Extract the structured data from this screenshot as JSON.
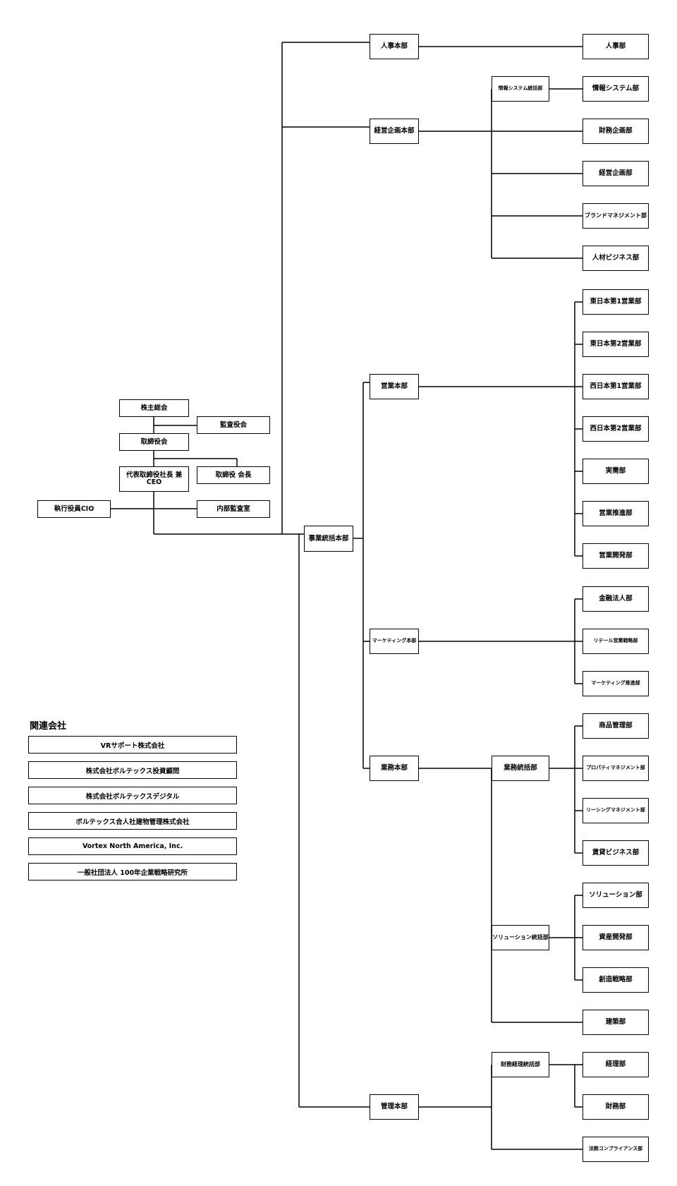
{
  "org": {
    "shareholders": "株主総会",
    "auditors": "監査役会",
    "board": "取締役会",
    "ceo": "代表取締役社長 兼 CEO",
    "chairman": "取締役 会長",
    "cio": "執行役員CIO",
    "internal_audit": "内部監査室",
    "business_hq": "事業統括本部",
    "hr_hq": "人事本部",
    "hr_dept": "人事部",
    "planning_hq": "経営企画本部",
    "is_division": "情報システム統括部",
    "is_dept": "情報システム部",
    "finance_planning": "財務企画部",
    "corp_planning": "経営企画部",
    "brand_mgmt": "ブランドマネジメント部",
    "hr_business": "人材ビジネス部",
    "sales_hq": "営業本部",
    "east1": "東日本第1営業部",
    "east2": "東日本第2営業部",
    "west1": "西日本第1営業部",
    "west2": "西日本第2営業部",
    "sales_results": "実需部",
    "sales_promo": "営業推進部",
    "sales_dev": "営業開発部",
    "marketing_hq": "マーケティング本部",
    "fin_corp": "金融法人部",
    "retail_strategy": "リテール営業戦略部",
    "marketing_promo": "マーケティング推進部",
    "operations_hq": "業務本部",
    "operations_div": "業務統括部",
    "product_mgmt": "商品管理部",
    "property_mgmt": "プロパティマネジメント部",
    "leasing_mgmt": "リーシングマネジメント部",
    "rental_business": "賃貸ビジネス部",
    "solution_div": "ソリューション統括部",
    "solution_dept": "ソリューション部",
    "asset_dev": "資産開発部",
    "creation_strategy": "創造戦略部",
    "construction": "建築部",
    "admin_hq": "管理本部",
    "finance_acct_div": "財務経理統括部",
    "accounting": "経理部",
    "finance": "財務部",
    "legal_compliance": "法務コンプライアンス部"
  },
  "related": {
    "title": "関連会社",
    "companies": [
      "VRサポート株式会社",
      "株式会社ボルテックス投資顧問",
      "株式会社ボルテックスデジタル",
      "ボルテックス合人社建物管理株式会社",
      "Vortex North America, Inc.",
      "一般社団法人 100年企業戦略研究所"
    ]
  },
  "colors": {
    "line": "#000000",
    "box_border": "#000000",
    "background": "#ffffff"
  }
}
